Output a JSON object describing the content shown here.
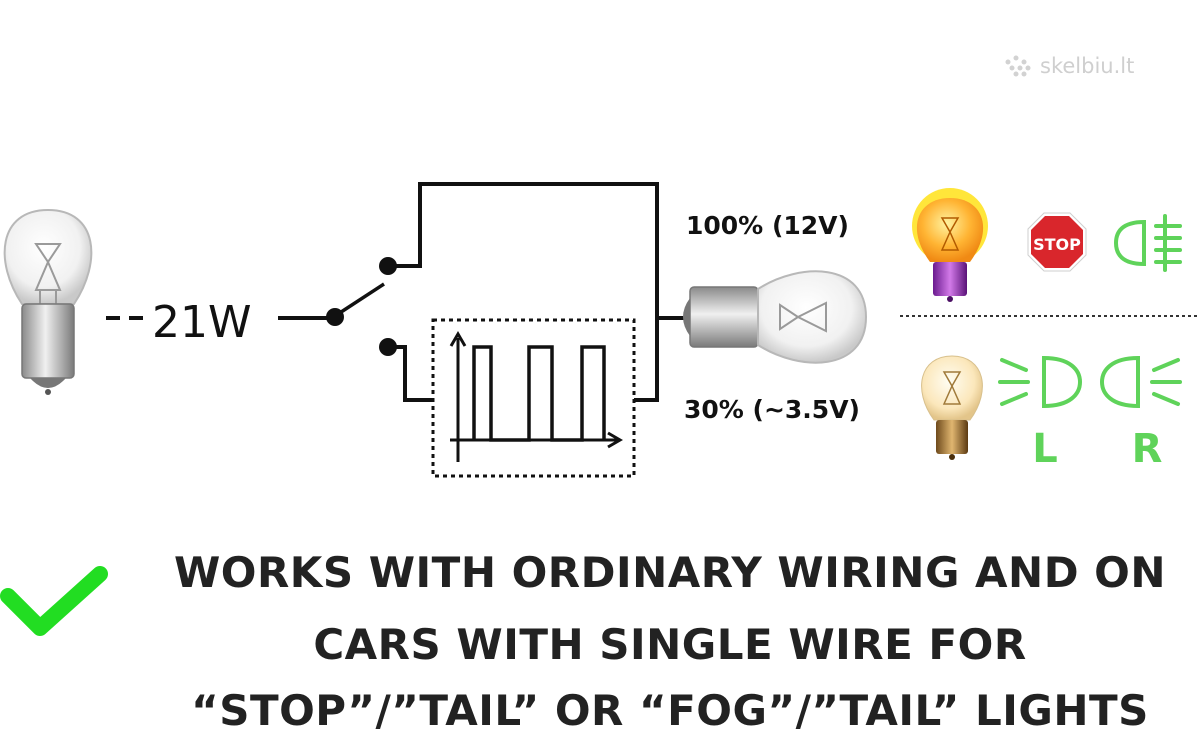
{
  "watermark": {
    "text": "skelbiu.lt"
  },
  "diagram": {
    "power_label": "21W",
    "full_label": "100% (12V)",
    "pwm_label": "30% (~3.5V)"
  },
  "icons": {
    "row1": [
      "amber-bulb-icon",
      "stop-sign-icon",
      "fog-light-icon"
    ],
    "row2": [
      "clear-bulb-icon",
      "left-tail-light-icon",
      "right-tail-light-icon"
    ]
  },
  "stop_sign": {
    "text": "STOP",
    "color": "#d9262c"
  },
  "side_labels": {
    "left": "L",
    "right": "R"
  },
  "colors": {
    "green": "#5fd35a",
    "check": "#22dd22",
    "wire": "#111111"
  },
  "caption": {
    "line1": "WORKS WITH ORDINARY WIRING AND ON",
    "line2": "CARS WITH SINGLE WIRE FOR",
    "line3": "“STOP”/”TAIL” OR  “FOG”/”TAIL” LIGHTS"
  }
}
